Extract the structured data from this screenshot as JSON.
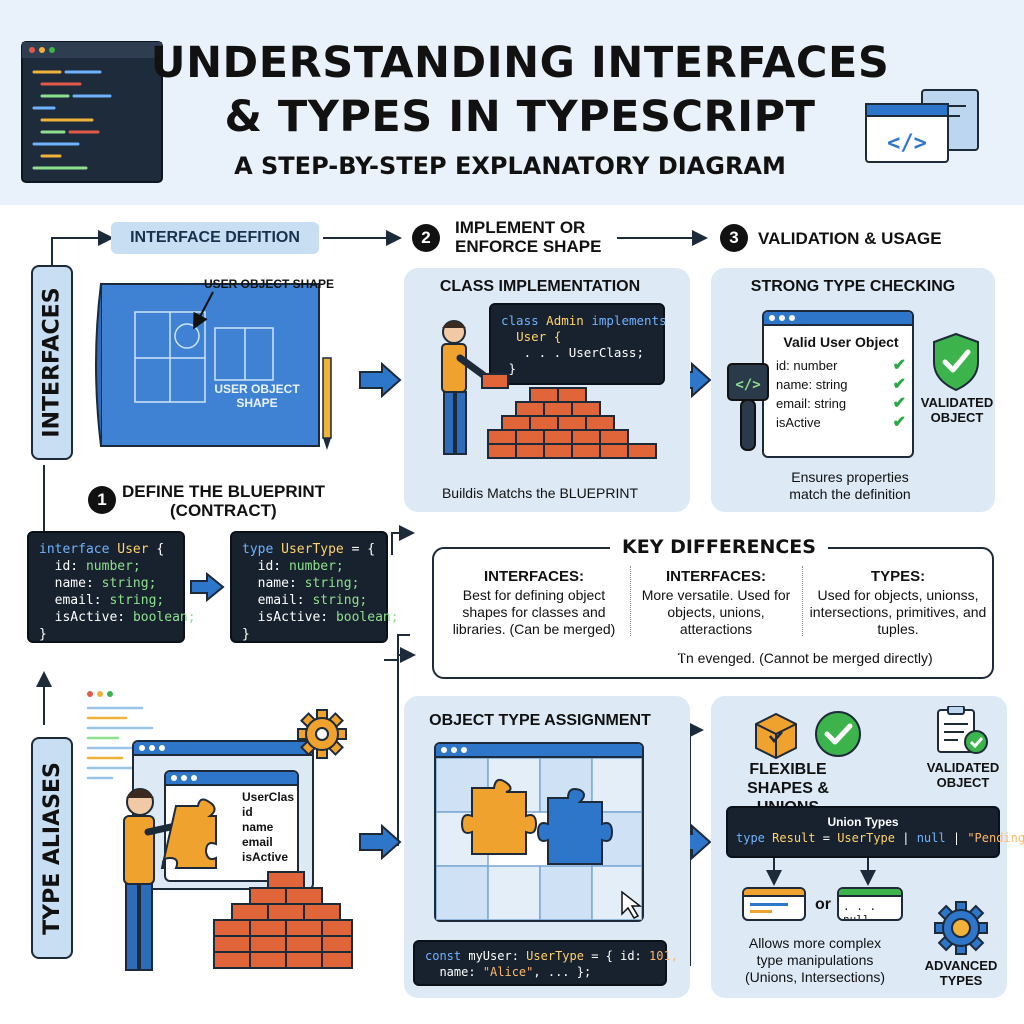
{
  "header": {
    "title_line1": "UNDERSTANDING INTERFACES",
    "title_line2": "& TYPES IN TYPESCRIPT",
    "subtitle": "A STEP-BY-STEP EXPLANATORY DIAGRAM",
    "code_icon": "</>"
  },
  "side": {
    "interfaces": "INTERFACES",
    "type_aliases": "TYPE ALIASES"
  },
  "steps": {
    "interface_pill": "INTERFACE DEFITION",
    "step2_num": "2",
    "step2_label_1": "IMPLEMENT OR",
    "step2_label_2": "ENFORCE SHAPE",
    "step3_num": "3",
    "step3_label": "VALIDATION & USAGE",
    "step1_num": "1",
    "step1_label_1": "DEFINE THE BLUEPRINT",
    "step1_label_2": "(CONTRACT)"
  },
  "blueprint": {
    "label_top": "USER OBJECT SHAPE",
    "label_inner_1": "USER OBJECT",
    "label_inner_2": "SHAPE"
  },
  "class_impl": {
    "title": "CLASS IMPLEMENTATION",
    "code_l1_kw": "class",
    "code_l1_name": "Admin",
    "code_l1_kw2": "implements",
    "code_l2": "User {",
    "code_l3": ". . . UserClass;",
    "code_l4": "}",
    "caption": "Buildis Matchs the BLUEPRINT"
  },
  "type_check": {
    "title": "STRONG TYPE CHECKING",
    "window_title": "Valid User Object",
    "fields": [
      "id: number",
      "name: string",
      "email: string",
      "isActive"
    ],
    "validated": "VALIDATED OBJECT",
    "caption_1": "Ensures properties",
    "caption_2": "match the definition",
    "code_icon": "</>"
  },
  "interface_code": {
    "kw": "interface",
    "name": "User",
    "brace": "{",
    "lines": [
      {
        "k": "id:",
        "t": "number;"
      },
      {
        "k": "name:",
        "t": "string;"
      },
      {
        "k": "email:",
        "t": "string;"
      },
      {
        "k": "isActive:",
        "t": "boolean;"
      }
    ],
    "close": "}"
  },
  "type_code": {
    "kw": "type",
    "name": "UserType",
    "eq": "= {",
    "lines": [
      {
        "k": "id:",
        "t": "number;"
      },
      {
        "k": "name:",
        "t": "string;"
      },
      {
        "k": "email:",
        "t": "string;"
      },
      {
        "k": "isActive:",
        "t": "boolean;"
      }
    ],
    "close": "}"
  },
  "differences": {
    "title": "KEY DIFFERENCES",
    "col1_head": "INTERFACES:",
    "col1_body": "Best for defining object shapes for classes and libraries. (Can be merged)",
    "col2_head": "INTERFACES:",
    "col2_body": "More versatile. Used for objects, unions, atteractions",
    "col3_head": "TYPES:",
    "col3_body": "Used for objects, unionss, intersections, primitives, and tuples.",
    "footer": "Ⲧn evenged. (Cannot be merged directly)"
  },
  "type_alias_illus": {
    "fields": [
      "UserClas",
      "id",
      "name",
      "email",
      "isActive"
    ]
  },
  "object_assign": {
    "title": "OBJECT TYPE ASSIGNMENT",
    "code_l1_kw": "const",
    "code_l1_var": "myUser:",
    "code_l1_type": "UserType",
    "code_l1_rest": "= { id:",
    "code_l1_num": "101,",
    "code_l2_k": "name:",
    "code_l2_str": "\"Alice\"",
    "code_l2_rest": ", ... };"
  },
  "flexible": {
    "title_1": "FLEXIBLE",
    "title_2": "SHAPES & UNIONS",
    "validated": "VALIDATED OBJECT",
    "union_title": "Union Types",
    "union_kw": "type",
    "union_name": "Result",
    "union_eq": "=",
    "union_type": "UserType",
    "union_pipe1": "|",
    "union_null": "null",
    "union_pipe2": "|",
    "union_str": "\"Pending\"",
    "or": "or",
    "null_snip": ". . . null",
    "caption_1": "Allows more complex",
    "caption_2": "type manipulations",
    "caption_3": "(Unions, Intersections)",
    "advanced": "ADVANCED TYPES"
  },
  "colors": {
    "panel": "#ddeaf6",
    "accent_blue": "#2e76c9",
    "brick": "#e0663a",
    "check_green": "#2aa845",
    "code_bg": "#18222e"
  }
}
